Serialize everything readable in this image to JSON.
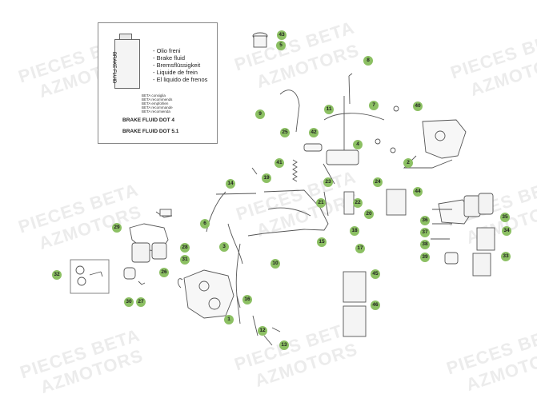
{
  "watermark": [
    "PIECES BETA",
    "AZMOTORS"
  ],
  "infobox": {
    "bottle_label": "BRAKE FLUID",
    "fluid_names": [
      "- Olio freni",
      "- Brake fluid",
      "- Bremsflüssigkeit",
      "- Liquide de frein",
      "- El liquido de frenos"
    ],
    "notes": [
      "BETA consiglia",
      "BETA recommends",
      "BETA empfohlen",
      "BETA recommande",
      "BETA recomienda"
    ],
    "dot4": "BRAKE FLUID DOT 4",
    "dot51": "BRAKE FLUID DOT 5.1"
  },
  "callouts": [
    "1",
    "2",
    "3",
    "4",
    "5",
    "6",
    "7",
    "8",
    "9",
    "10",
    "11",
    "12",
    "13",
    "14",
    "15",
    "16",
    "17",
    "18",
    "19",
    "20",
    "21",
    "22",
    "23",
    "24",
    "25",
    "26",
    "27",
    "28",
    "29",
    "30",
    "31",
    "32",
    "33",
    "34",
    "35",
    "36",
    "37",
    "38",
    "39",
    "40",
    "41",
    "42",
    "43",
    "44",
    "45",
    "46"
  ]
}
